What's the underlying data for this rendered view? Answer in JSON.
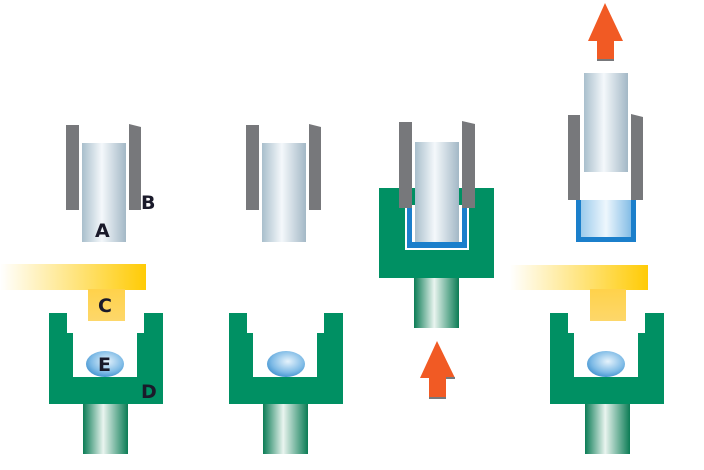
{
  "labels": {
    "a": "A",
    "b": "B",
    "c": "C",
    "d": "D",
    "e": "E"
  },
  "colors": {
    "green": "#009063",
    "sleeve": "#77787b",
    "blue": "#1b7fcb",
    "yellow": "#ffcb05",
    "arrow": "#f15a24"
  }
}
